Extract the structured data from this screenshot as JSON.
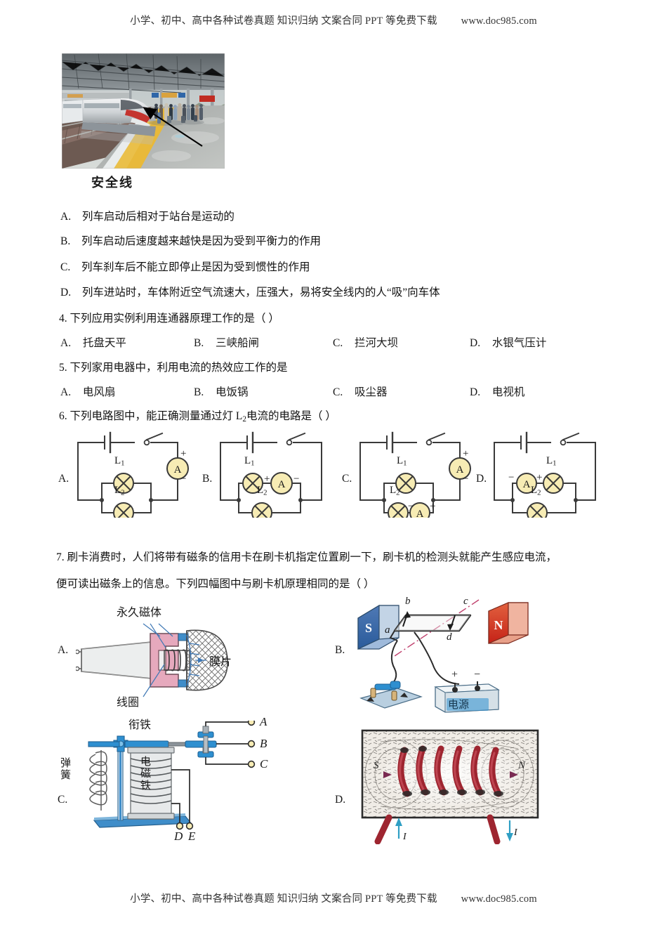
{
  "banner": {
    "text": "小学、初中、高中各种试卷真题  知识归纳  文案合同  PPT 等免费下载",
    "url": "www.doc985.com"
  },
  "photo": {
    "caption": "安全线",
    "alt": "高铁站台列车进站照片"
  },
  "question3_options": [
    {
      "letter": "A.",
      "text": "列车启动后相对于站台是运动的"
    },
    {
      "letter": "B.",
      "text": "列车启动后速度越来越快是因为受到平衡力的作用"
    },
    {
      "letter": "C.",
      "text": "列车刹车后不能立即停止是因为受到惯性的作用"
    },
    {
      "letter": "D.",
      "text": "列车进站时，车体附近空气流速大，压强大，易将安全线内的人“吸”向车体"
    }
  ],
  "question4": {
    "stem": "4. 下列应用实例利用连通器原理工作的是（      ）",
    "options": [
      {
        "letter": "A.",
        "text": "托盘天平"
      },
      {
        "letter": "B.",
        "text": "三峡船闸"
      },
      {
        "letter": "C.",
        "text": "拦河大坝"
      },
      {
        "letter": "D.",
        "text": "水银气压计"
      }
    ]
  },
  "question5": {
    "stem": "5. 下列家用电器中，利用电流的热效应工作的是",
    "options": [
      {
        "letter": "A.",
        "text": "电风扇"
      },
      {
        "letter": "B.",
        "text": "电饭锅"
      },
      {
        "letter": "C.",
        "text": "吸尘器"
      },
      {
        "letter": "D.",
        "text": "电视机"
      }
    ]
  },
  "question6": {
    "stem_prefix": "6.   下列电路图中，能正确测量通过灯 L",
    "stem_sub": "2",
    "stem_suffix": "电流的电路是（      ）",
    "circuits": [
      {
        "letter": "A.",
        "lamp1": "L",
        "lamp1_sub": "1",
        "lamp2": "L",
        "lamp2_sub": "2",
        "ammeter": "A",
        "plus": "+",
        "minus": "−",
        "description": "电流表接在干路，L1与L2并联"
      },
      {
        "letter": "B.",
        "lamp1": "L",
        "lamp1_sub": "1",
        "lamp2": "L",
        "lamp2_sub": "2",
        "ammeter": "A",
        "plus": "+",
        "minus": "−",
        "description": "电流表与L1串联在上支路"
      },
      {
        "letter": "C.",
        "lamp1": "L",
        "lamp1_sub": "1",
        "lamp2": "L",
        "lamp2_sub": "2",
        "ammeter": "A",
        "plus": "+",
        "minus": "−",
        "description": "干路一只电流表，L2支路一只电流表（接线柱反接）"
      },
      {
        "letter": "D.",
        "lamp1": "L",
        "lamp1_sub": "1",
        "lamp2": "L",
        "lamp2_sub": "2",
        "ammeter": "A",
        "plus": "+",
        "minus": "−",
        "description": "电流表与L1串联，接线柱反接"
      }
    ]
  },
  "question7": {
    "stem_line1": "7. 刷卡消费时，人们将带有磁条的信用卡在刷卡机指定位置刷一下，刷卡机的检测头就能产生感应电流，",
    "stem_line2": "便可读出磁条上的信息。下列四幅图中与刷卡机原理相同的是（      ）",
    "figures": [
      {
        "letter": "A.",
        "name": "动圈式话筒",
        "labels": {
          "magnet": "永久磁体",
          "coil": "线圈",
          "diaphragm": "膜片"
        }
      },
      {
        "letter": "B.",
        "name": "通电线圈在磁场中受力转动",
        "labels": {
          "south": "S",
          "north": "N",
          "a": "a",
          "b": "b",
          "c": "c",
          "d": "d",
          "plus": "+",
          "minus": "−",
          "source": "电源"
        }
      },
      {
        "letter": "C.",
        "name": "电磁继电器",
        "labels": {
          "armature": "衔铁",
          "spring": "弹簧",
          "electromagnet": "电磁铁",
          "t1": "A",
          "t2": "B",
          "t3": "C",
          "t4": "D",
          "t5": "E"
        }
      },
      {
        "letter": "D.",
        "name": "通电螺线管的磁场（铁屑）",
        "labels": {
          "south": "S",
          "north": "N",
          "current1": "I",
          "current2": "I"
        }
      }
    ]
  },
  "colors": {
    "lamp_fill": "#f7ecb4",
    "wire": "#3a3a3a",
    "magnet_s": "#2f6fb0",
    "magnet_n": "#cf2418",
    "mic_magnet": "#e3a7bd",
    "relay_blue": "#2e8fd0",
    "coil_red": "#9e2530",
    "callout_blue": "#3f78b5"
  }
}
